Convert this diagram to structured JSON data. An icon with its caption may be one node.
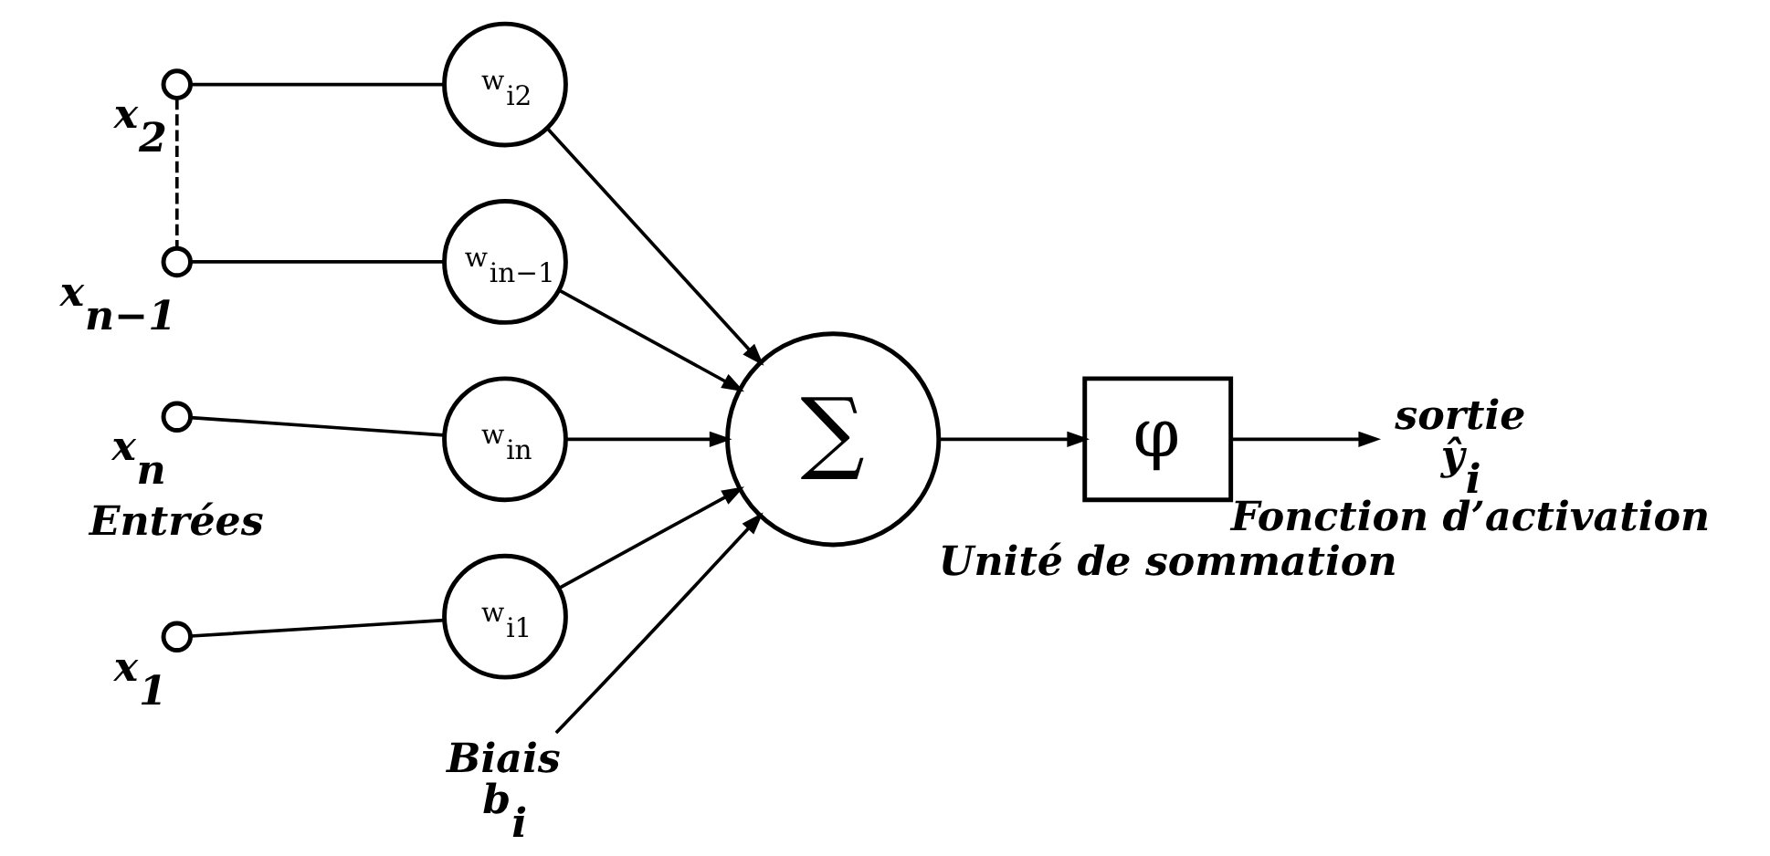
{
  "diagram": {
    "nodes": [
      {
        "text": [],
        "shape": "circle",
        "beside": [
          "x$_{1}$"
        ]
      },
      {
        "text": [
          "w$_{i1}$"
        ]
      },
      {
        "text": [],
        "shape": "circle",
        "beside": [
          "x$_{2}$"
        ]
      },
      {
        "text": [
          "w$_{i2}$"
        ]
      },
      {
        "text": [],
        "shape": "circle",
        "beside": [
          "x$_{n−1}$"
        ]
      },
      {
        "text": [
          "w$_{in−1}$"
        ]
      },
      {
        "text": [],
        "shape": "circle",
        "beside": [
          "x$_{n}$"
        ]
      },
      {
        "text": [
          "w$_{in}$"
        ]
      },
      {
        "text": [
          "Biais",
          "b$_{i}$"
        ]
      },
      {
        "text": [
          "∑"
        ],
        "beside": [
          "Unité de sommation"
        ]
      },
      {
        "text": [
          "φ"
        ],
        "beside": [
          "Fonction d’activation"
        ]
      },
      {
        "text": [
          "sortie",
          "ŷ$_{i}$"
        ]
      }
    ],
    "edges": [
      {
        "from": 0,
        "to": 1,
        "arrow": "none"
      },
      {
        "from": 2,
        "to": 3,
        "arrow": "none"
      },
      {
        "from": 4,
        "to": 5,
        "arrow": "none"
      },
      {
        "from": 6,
        "to": 7,
        "arrow": "none"
      },
      {
        "from": 2,
        "to": 4,
        "arrow": "none",
        "style": "dashed"
      },
      {
        "from": 1,
        "to": 9,
        "arrow": "to"
      },
      {
        "from": 3,
        "to": 9,
        "arrow": "to"
      },
      {
        "from": 5,
        "to": 9,
        "arrow": "to"
      },
      {
        "from": 7,
        "to": 9,
        "arrow": "to"
      },
      {
        "from": 8,
        "to": 9,
        "arrow": "to"
      },
      {
        "from": 9,
        "to": 10,
        "arrow": "to"
      },
      {
        "from": 10,
        "to": 11,
        "arrow": "to"
      }
    ],
    "labels": [
      "Entrées"
    ]
  }
}
